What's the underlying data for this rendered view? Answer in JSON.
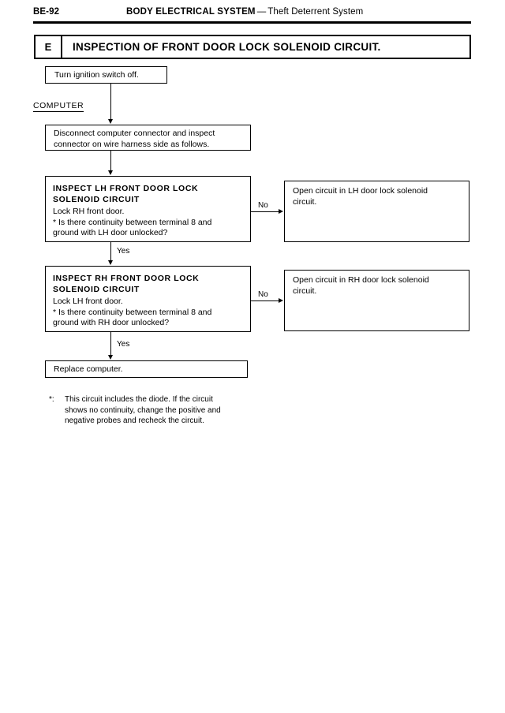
{
  "header": {
    "page_number": "BE-92",
    "main_title": "BODY ELECTRICAL SYSTEM",
    "dash": "—",
    "sub_title": "Theft Deterrent System"
  },
  "section": {
    "letter": "E",
    "heading": "INSPECTION OF FRONT DOOR LOCK SOLENOID CIRCUIT."
  },
  "flow": {
    "ignition_box": "Turn ignition switch off.",
    "computer_label": "COMPUTER",
    "disconnect_box": "Disconnect computer connector and inspect\nconnector on wire harness side as follows.",
    "inspect_lh": {
      "title": "INSPECT  LH  FRONT  DOOR  LOCK\nSOLENOID  CIRCUIT",
      "body": "Lock RH front door.\n* Is there continuity between terminal 8 and\nground with LH door unlocked?"
    },
    "open_lh": "Open circuit in LH door lock solenoid\ncircuit.",
    "inspect_rh": {
      "title": "INSPECT  RH  FRONT  DOOR  LOCK\nSOLENOID  CIRCUIT",
      "body": "Lock LH front door.\n* Is there continuity between terminal 8 and\nground with RH door unlocked?"
    },
    "open_rh": "Open circuit in RH door lock solenoid\ncircuit.",
    "replace_box": "Replace computer.",
    "edge_labels": {
      "yes_1": "Yes",
      "yes_2": "Yes",
      "no_1": "No",
      "no_2": "No"
    }
  },
  "footnote": {
    "marker": "*:",
    "text": "This circuit includes the diode.  If the circuit\nshows no continuity, change the positive and\nnegative probes and recheck the circuit."
  },
  "colors": {
    "ink": "#000000",
    "paper": "#ffffff"
  }
}
